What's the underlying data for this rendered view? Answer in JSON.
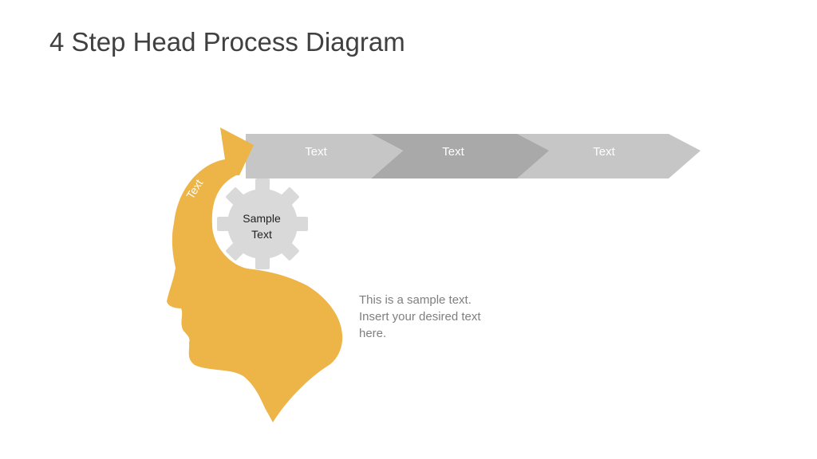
{
  "slide": {
    "title": "4 Step Head Process Diagram"
  },
  "diagram": {
    "head_arrow_label": "Text",
    "arrows": [
      {
        "label": "Text",
        "color": "#C6C6C6"
      },
      {
        "label": "Text",
        "color": "#A9A9A9"
      },
      {
        "label": "Text",
        "color": "#C6C6C6"
      }
    ],
    "gear_label_line1": "Sample",
    "gear_label_line2": "Text",
    "description": "This is a sample text. Insert your desired text here."
  },
  "colors": {
    "head": "#EDB447",
    "gear": "#D9D9D9",
    "title": "#404040",
    "body_text": "#7F7F7F"
  }
}
